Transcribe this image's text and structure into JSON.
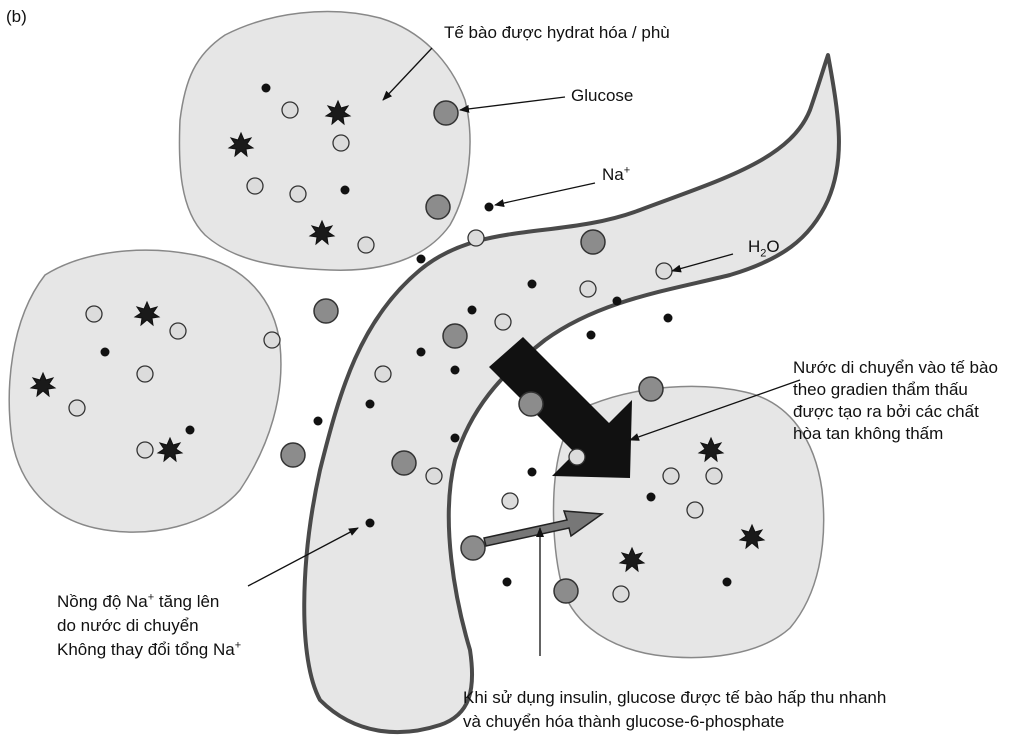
{
  "panel_label": "(b)",
  "labels": {
    "cell_hydrated": "Tế bào được hydrat hóa / phù",
    "glucose": "Glucose",
    "sodium": "Na",
    "sodium_sup": "+",
    "water_main": "H",
    "water_sub": "2",
    "water_end": "O",
    "water_movement": [
      "Nước di chuyển vào tế bào",
      "theo gradien thẩm thấu",
      "được tạo ra bởi các chất",
      "hòa tan không thấm"
    ],
    "sodium_conc": {
      "line1_a": "Nồng độ Na",
      "line1_sup": "+",
      "line1_b": " tăng lên",
      "line2": "do nước di chuyển",
      "line3_a": "Không thay đổi tổng Na",
      "line3_sup": "+"
    },
    "insulin": [
      "Khi sử dụng insulin, glucose được tế bào hấp thu nhanh",
      "và chuyển hóa thành glucose-6-phosphate"
    ]
  },
  "colors": {
    "cell_fill": "#e6e6e6",
    "cell_stroke": "#888888",
    "vessel_fill": "#e6e6e6",
    "vessel_stroke": "#4a4a4a",
    "glucose": "#8c8c8c",
    "water": "#dcdcdc",
    "sodium": "#111111",
    "g6p": "#1a1a1a"
  }
}
